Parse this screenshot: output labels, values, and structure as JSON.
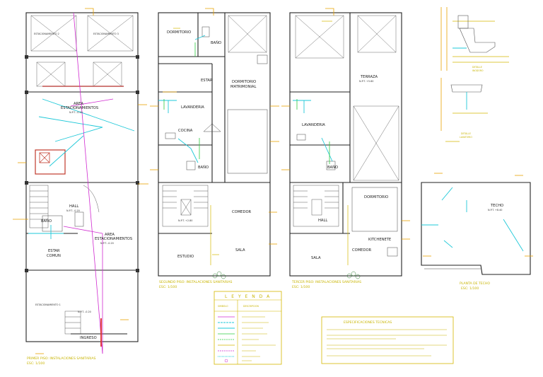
{
  "plan1": {
    "rooms": {
      "estac2": "ESTACIONAMIENTO 2",
      "estac3": "ESTACIONAMIENTO 3",
      "area_estac_title": "AREA",
      "area_estac_sub": "ESTACIONAMIENTOS",
      "area_estac_npt": "N.P.T. -0.20",
      "hall": "HALL",
      "hall_npt": "N.P.T. -0.20",
      "bano": "BAÑO",
      "estar_comun": "ESTAR",
      "estar_comun2": "COMUN",
      "area_estac2_title": "AREA",
      "area_estac2_sub": "ESTACIONAMIENTOS",
      "area_estac2_npt": "N.P.T. -0.20",
      "estac1": "ESTACIONAMIENTO 1",
      "ingreso": "INGRESO",
      "npt_lower": "N.P.T. -0.20"
    },
    "caption": "PRIMER PISO: INSTALACIONES SANITARIAS",
    "caption_scale": "ESC: 1/100"
  },
  "plan2": {
    "rooms": {
      "dormitorio": "DORMITORIO",
      "bano": "BAÑO",
      "estar": "ESTAR",
      "dorm_matrimonial": "DORMITORIO",
      "dorm_matrimonial2": "MATRIMONIAL",
      "lavanderia": "LAVANDERIA",
      "cocina": "COCINA",
      "bano2": "BAÑO",
      "comedor": "COMEDOR",
      "estudio": "ESTUDIO",
      "sala": "SALA",
      "npt": "N.P.T. +2.80"
    },
    "caption": "SEGUNDO PISO: INSTALACIONES SANITARIAS",
    "caption_scale": "ESC: 1/100"
  },
  "plan3": {
    "rooms": {
      "terraza": "TERRAZA",
      "terraza_npt": "N.P.T. +5.60",
      "lavanderia": "LAVANDERIA",
      "bano": "BAÑO",
      "dormitorio": "DORMITORIO",
      "hall": "HALL",
      "kitchenette": "KITCHENETE",
      "comedor": "COMEDOR",
      "sala": "SALA"
    },
    "caption": "TERCER PISO: INSTALACIONES SANITARIAS",
    "caption_scale": "ESC: 1/100"
  },
  "plan4": {
    "rooms": {
      "techo": "TECHO",
      "techo_npt": "N.P.T. +8.40"
    },
    "caption": "PLANTA DE TECHO",
    "caption_scale": "ESC: 1/100",
    "detail1_title": "DETALLE",
    "detail1_sub": "INODORO",
    "detail2_title": "DETALLE",
    "detail2_sub": "LAVATORIO"
  },
  "legend": {
    "title": "L E Y E N D A",
    "col1": "SIMBOLO",
    "col2": "DESCRIPCION"
  },
  "notes": {
    "title": "ESPECIFICACIONES TECNICAS"
  },
  "colors": {
    "walls": "#222222",
    "annotation": "#d4b800",
    "cold_water": "#1ec8d8",
    "hot_water": "#2ecc40",
    "drainage": "#d02bd0",
    "meter": "#e03030"
  }
}
